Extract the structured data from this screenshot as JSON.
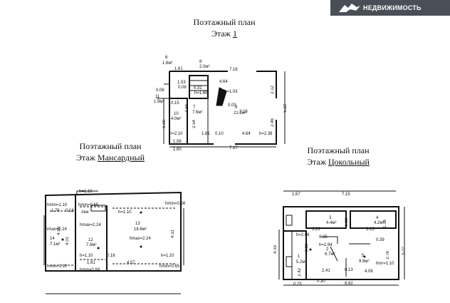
{
  "brand": {
    "name": "НЕДВИЖИМОСТЬ",
    "bg": "#4a4f57"
  },
  "plans": {
    "floor1": {
      "title_line1": "Поэтажный план",
      "title_prefix": "Этаж",
      "title_value": "1",
      "labels": [
        "6",
        "1.6м²",
        "1.61",
        "8",
        "2.0м²",
        "7.16",
        "0.08",
        "1.53",
        "0.08",
        "0.31",
        "h=1.60",
        "4.64",
        "h=1.03",
        "2.12",
        "11",
        "1.9м²",
        "0.15",
        "7",
        "7.6м²",
        "9",
        "21.2м²",
        "0.03",
        "2.16",
        "5.22",
        "10",
        "4.0м²",
        "4.68",
        "2.54",
        "2.46",
        "5.20",
        "h=2.10",
        "1.81",
        "0.10",
        "4.64",
        "h=2.36",
        "1.56",
        "1.60",
        "7.17"
      ]
    },
    "attic": {
      "title_line1": "Поэтажный план",
      "title_prefix": "Этаж",
      "title_value": "Мансардный",
      "labels": [
        "h=1.10",
        "hmin=1.10",
        "1.76",
        "0.18",
        "hmin=0.65",
        "люк",
        "h=1.10",
        "hmin=0.68",
        "hmax=2.24",
        "hmax=2.24",
        "13",
        "18.6м²",
        "4.31",
        "14",
        "7.1м²",
        "4.01",
        "4.59",
        "12",
        "7.8м²",
        "hmax=2.24",
        "h=1.10",
        "0.16",
        "h=1.10",
        "4.57",
        "hmin=1.10",
        "1.91",
        "hmin=0.68",
        "hmin=0.65"
      ]
    },
    "basement": {
      "title_line1": "Поэтажный план",
      "title_prefix": "Этаж",
      "title_value": "Цокольный",
      "labels": [
        "1.67",
        "7.15",
        "3",
        "4.4м²",
        "4",
        "4.2м²",
        "3.29",
        "1.33",
        "3.13",
        "1.36",
        "h=2.06",
        "0.35",
        "0.39",
        "h=1.94",
        "2",
        "6.7м²",
        "4.33",
        "3.83",
        "5.22",
        "5",
        "9.9м²",
        "2.76",
        "1",
        "5.2м²",
        "hmr=1.10",
        "2.42",
        "2.41",
        "0.13",
        "4.06",
        "0.25",
        "0.30",
        "8.82"
      ]
    }
  }
}
